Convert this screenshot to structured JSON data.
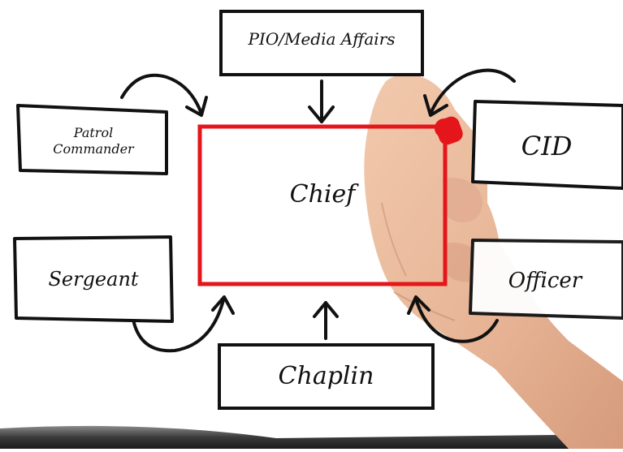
{
  "diagram": {
    "center": {
      "label": "Chief",
      "color": "#e4161b"
    },
    "nodes": [
      {
        "id": "pio",
        "label": "PIO/Media Affairs"
      },
      {
        "id": "patrol",
        "label": "Patrol\nCommander"
      },
      {
        "id": "cid",
        "label": "CID"
      },
      {
        "id": "sergeant",
        "label": "Sergeant"
      },
      {
        "id": "officer",
        "label": "Officer"
      },
      {
        "id": "chaplin",
        "label": "Chaplin"
      }
    ],
    "edges": [
      {
        "from": "pio",
        "to": "chief"
      },
      {
        "from": "patrol",
        "to": "chief"
      },
      {
        "from": "cid",
        "to": "chief"
      },
      {
        "from": "sergeant",
        "to": "chief"
      },
      {
        "from": "officer",
        "to": "chief"
      },
      {
        "from": "chaplin",
        "to": "chief"
      }
    ],
    "ink_color": "#111111",
    "marker_color": "#e4161b",
    "hand_present": true
  }
}
